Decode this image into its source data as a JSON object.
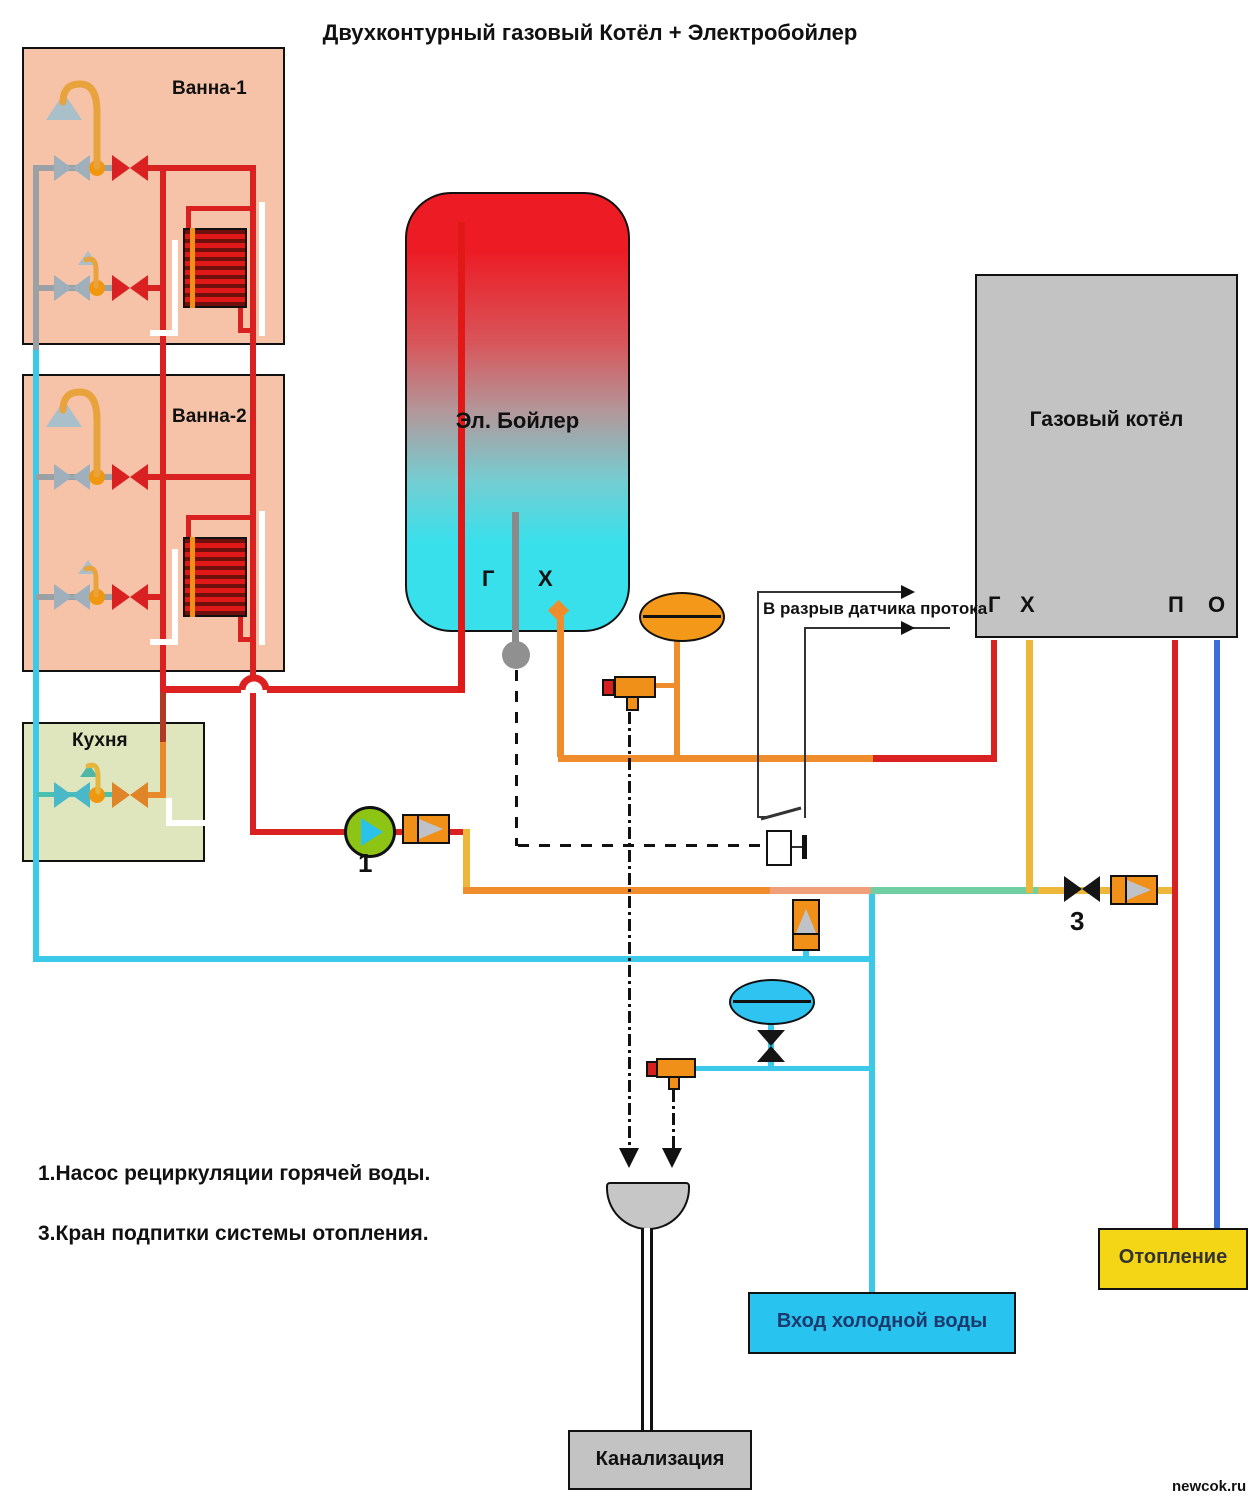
{
  "title": "Двухконтурный газовый Котёл + Электробойлер",
  "rooms": {
    "bath1": "Ванна-1",
    "bath2": "Ванна-2",
    "kitchen": "Кухня"
  },
  "electric_boiler": {
    "label": "Эл. Бойлер",
    "port_hot": "Г",
    "port_cold": "Х"
  },
  "gas_boiler": {
    "label": "Газовый котёл",
    "port_dhw_hot": "Г",
    "port_dhw_cold": "Х",
    "port_heat_supply": "П",
    "port_heat_return": "О"
  },
  "annotation_flow_sensor": "В разрыв датчика протока",
  "pump_number": "1",
  "makeup_valve_number": "3",
  "legend": {
    "line1": "1.Насос рециркуляции горячей воды.",
    "line2": "3.Кран подпитки системы отопления."
  },
  "bottom_boxes": {
    "heating": "Отопление",
    "cold_water_inlet": "Вход холодной воды",
    "sewer": "Канализация"
  },
  "watermark": "newcok.ru",
  "colors": {
    "hot_pipe": "#d92121",
    "warm_pipe": "#ef8d2c",
    "dhw_yellow": "#edb73a",
    "cold_pipe": "#3bc9ea",
    "cold_gray": "#9aa0a4",
    "teal_pipe": "#6fcfa2",
    "heat_return_blue": "#3c6cd8",
    "room_bg": "#f6c3a8",
    "kitchen_bg": "#dfe6bd",
    "gas_boiler_bg": "#c3c3c3",
    "heating_box_bg": "#f5d616",
    "cold_box_bg": "#29c3ef",
    "pump_green": "#8ec514",
    "tank_blue": "#2fc3f2",
    "tank_orange": "#f49819"
  }
}
